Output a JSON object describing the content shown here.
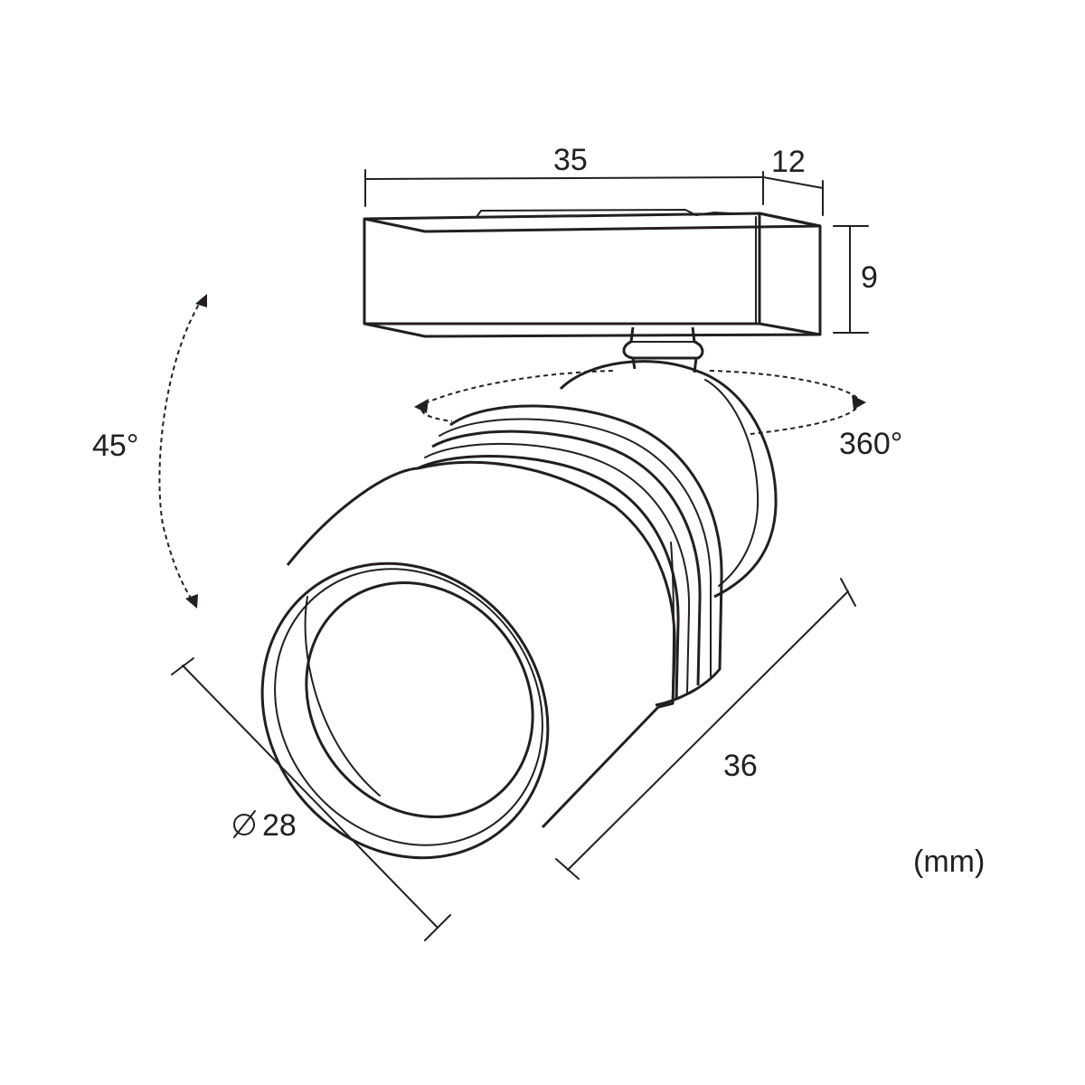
{
  "dimensions": {
    "length": "35",
    "width": "12",
    "height": "9",
    "tilt": "45°",
    "rotation": "360°",
    "diameter": "28",
    "body_length": "36",
    "unit": "(mm)"
  },
  "colors": {
    "ink": "#231f20",
    "background": "#ffffff"
  },
  "icons": {
    "diameter_symbol": "diameter-icon"
  }
}
